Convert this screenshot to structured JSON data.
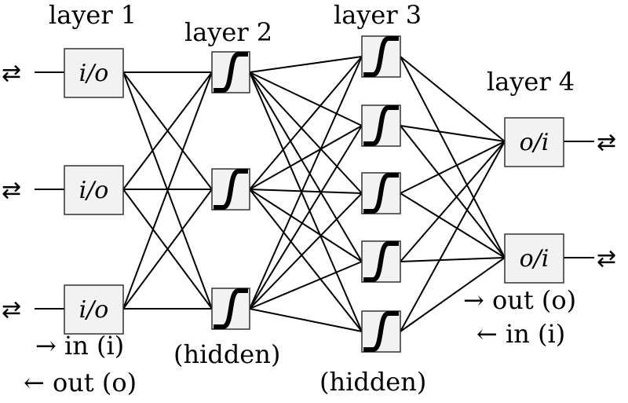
{
  "layers": {
    "layer1": "layer 1",
    "layer2": "layer 2",
    "layer3": "layer 3",
    "layer4": "layer 4"
  },
  "node_labels": {
    "input": "i/o",
    "output": "o/i"
  },
  "annotations": {
    "hidden_left": "(hidden)",
    "hidden_right": "(hidden)",
    "left_in": "→ in (i)",
    "left_out": "← out (o)",
    "right_out": "→ out (o)",
    "right_in": "← in (i)"
  },
  "bidir_arrow": "⇄",
  "colors": {
    "node_fill": "#f2f2f2",
    "stroke": "#000000"
  }
}
